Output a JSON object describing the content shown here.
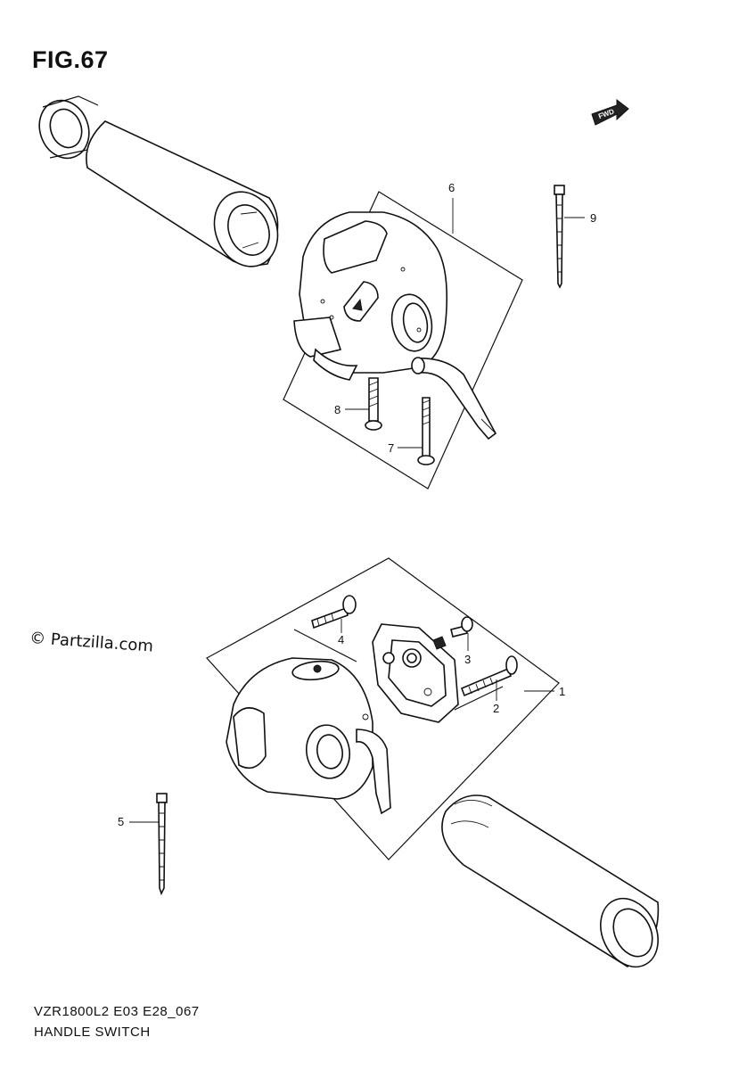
{
  "figure_title": "FIG.67",
  "fwd_label": "FWD",
  "copyright": "© Partzilla.com",
  "model_code": "VZR1800L2 E03 E28_067",
  "group_name": "HANDLE SWITCH",
  "callouts": [
    "1",
    "2",
    "3",
    "4",
    "5",
    "6",
    "7",
    "8",
    "9"
  ]
}
